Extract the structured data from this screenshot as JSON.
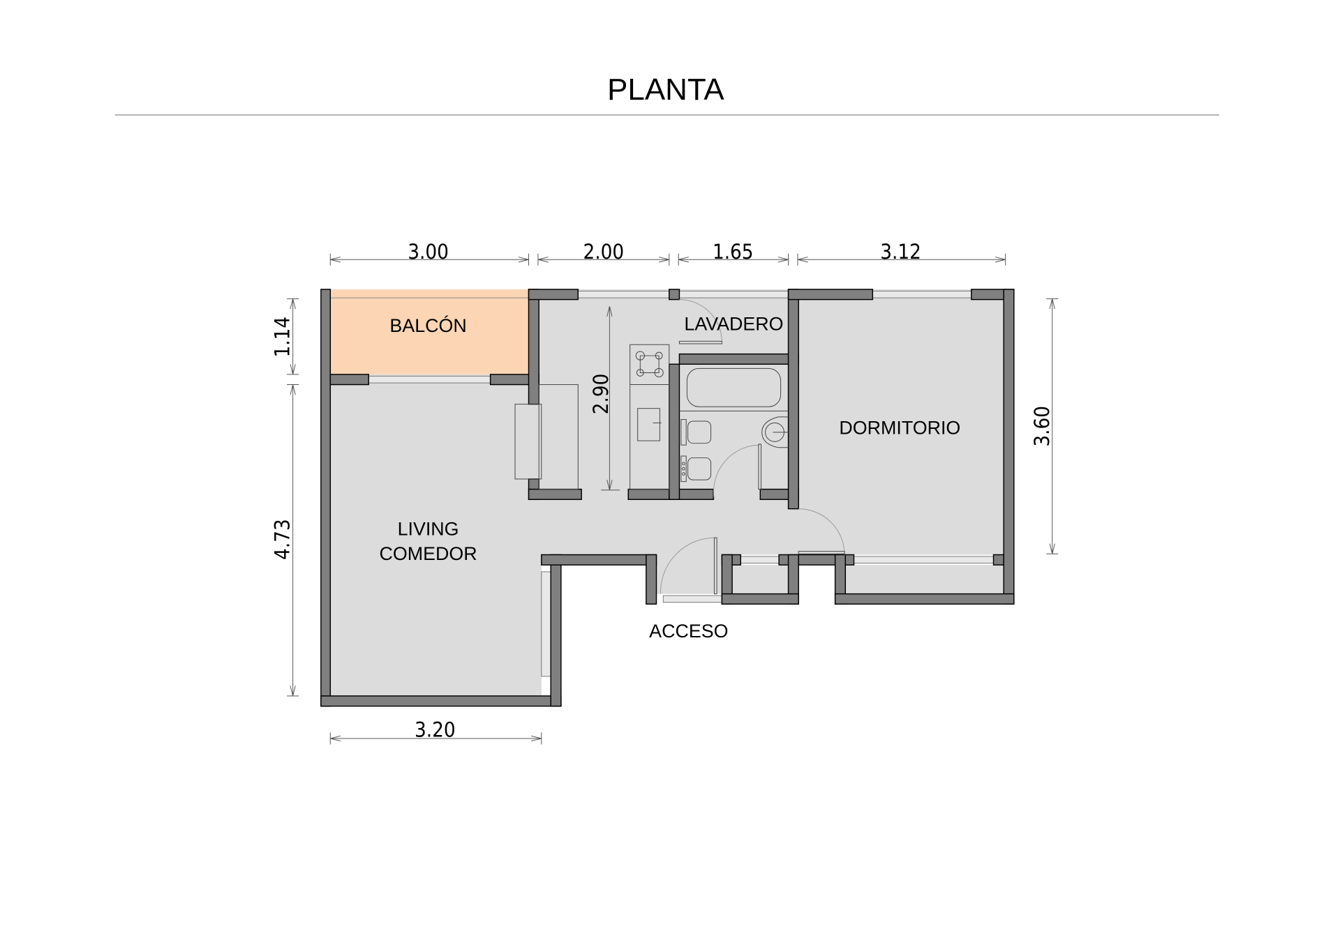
{
  "title": "PLANTA",
  "rooms": {
    "balcon": "BALCÓN",
    "lavadero": "LAVADERO",
    "dormitorio": "DORMITORIO",
    "living_line1": "LIVING",
    "living_line2": "COMEDOR",
    "acceso": "ACCESO"
  },
  "dimensions": {
    "top": [
      "3.00",
      "2.00",
      "1.65",
      "3.12"
    ],
    "left_upper": "1.14",
    "left_lower": "4.73",
    "right": "3.60",
    "bottom": "3.20",
    "kitchen": "2.90"
  },
  "colors": {
    "balcony": "#fcd5b4",
    "floor": "#dcdcdc",
    "wall": "#808080"
  }
}
